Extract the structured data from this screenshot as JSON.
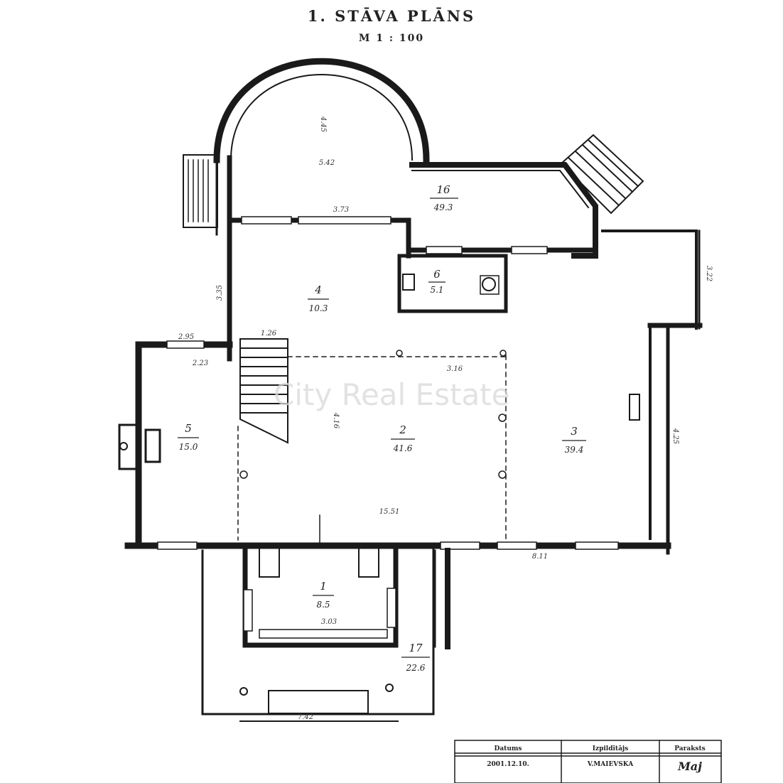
{
  "plan": {
    "title": "1. STĀVA PLĀNS",
    "scale": "M 1 : 100"
  },
  "rooms": [
    {
      "id": "1",
      "area": "8.5"
    },
    {
      "id": "2",
      "area": "41.6"
    },
    {
      "id": "3",
      "area": "39.4"
    },
    {
      "id": "4",
      "area": "10.3"
    },
    {
      "id": "5",
      "area": "15.0"
    },
    {
      "id": "6",
      "area": "5.1"
    },
    {
      "id": "16",
      "area": "49.3"
    },
    {
      "id": "17",
      "area": "22.6"
    }
  ],
  "dimensions": {
    "apse_width": "5.42",
    "apse_depth": "4.45",
    "hall_width": "15.51",
    "front_width": "7.42",
    "room2_depth": "4.16",
    "room4_to_3": "3.16",
    "stair_width": "1.26",
    "right_wall": "8.11",
    "vestibule_width": "3.03",
    "top_window": "3.73",
    "left_wall": "3.35",
    "room5_left": "2.95",
    "room5_left2": "2.23",
    "room3_side": "4.25",
    "right_wing": "3.22"
  },
  "watermark": "City Real Estate",
  "title_block": {
    "headers": [
      "Datums",
      "Izpildītājs",
      "Paraksts"
    ],
    "values": [
      "2001.12.10.",
      "V.MAIEVSKA",
      "Maj"
    ]
  }
}
